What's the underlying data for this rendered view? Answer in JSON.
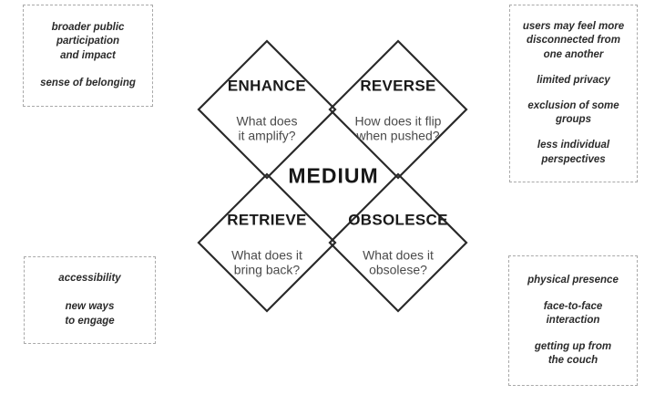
{
  "diagram": {
    "center_label": "MEDIUM",
    "quadrants": {
      "enhance": {
        "title": "ENHANCE",
        "question": "What does\nit amplify?"
      },
      "reverse": {
        "title": "REVERSE",
        "question": "How does it flip\nwhen pushed?"
      },
      "retrieve": {
        "title": "RETRIEVE",
        "question": "What does it\nbring back?"
      },
      "obsolesce": {
        "title": "OBSOLESCE",
        "question": "What does it\nobsolese?"
      }
    },
    "notes": {
      "top_left": {
        "items": [
          "broader public\nparticipation\nand impact",
          "sense of belonging"
        ]
      },
      "top_right": {
        "items": [
          "users may feel more\ndisconnected from\none another",
          "limited privacy",
          "exclusion of some\ngroups",
          "less individual\nperspectives"
        ]
      },
      "bottom_left": {
        "items": [
          "accessibility",
          "new ways\nto engage"
        ]
      },
      "bottom_right": {
        "items": [
          "physical presence",
          "face-to-face\ninteraction",
          "getting up from\nthe couch"
        ]
      }
    },
    "colors": {
      "diamond_stroke": "#2a2a2a",
      "title_text": "#1a1a1a",
      "question_text": "#4a4a4a",
      "dash_border": "#a9a9a9",
      "background": "#ffffff"
    }
  }
}
